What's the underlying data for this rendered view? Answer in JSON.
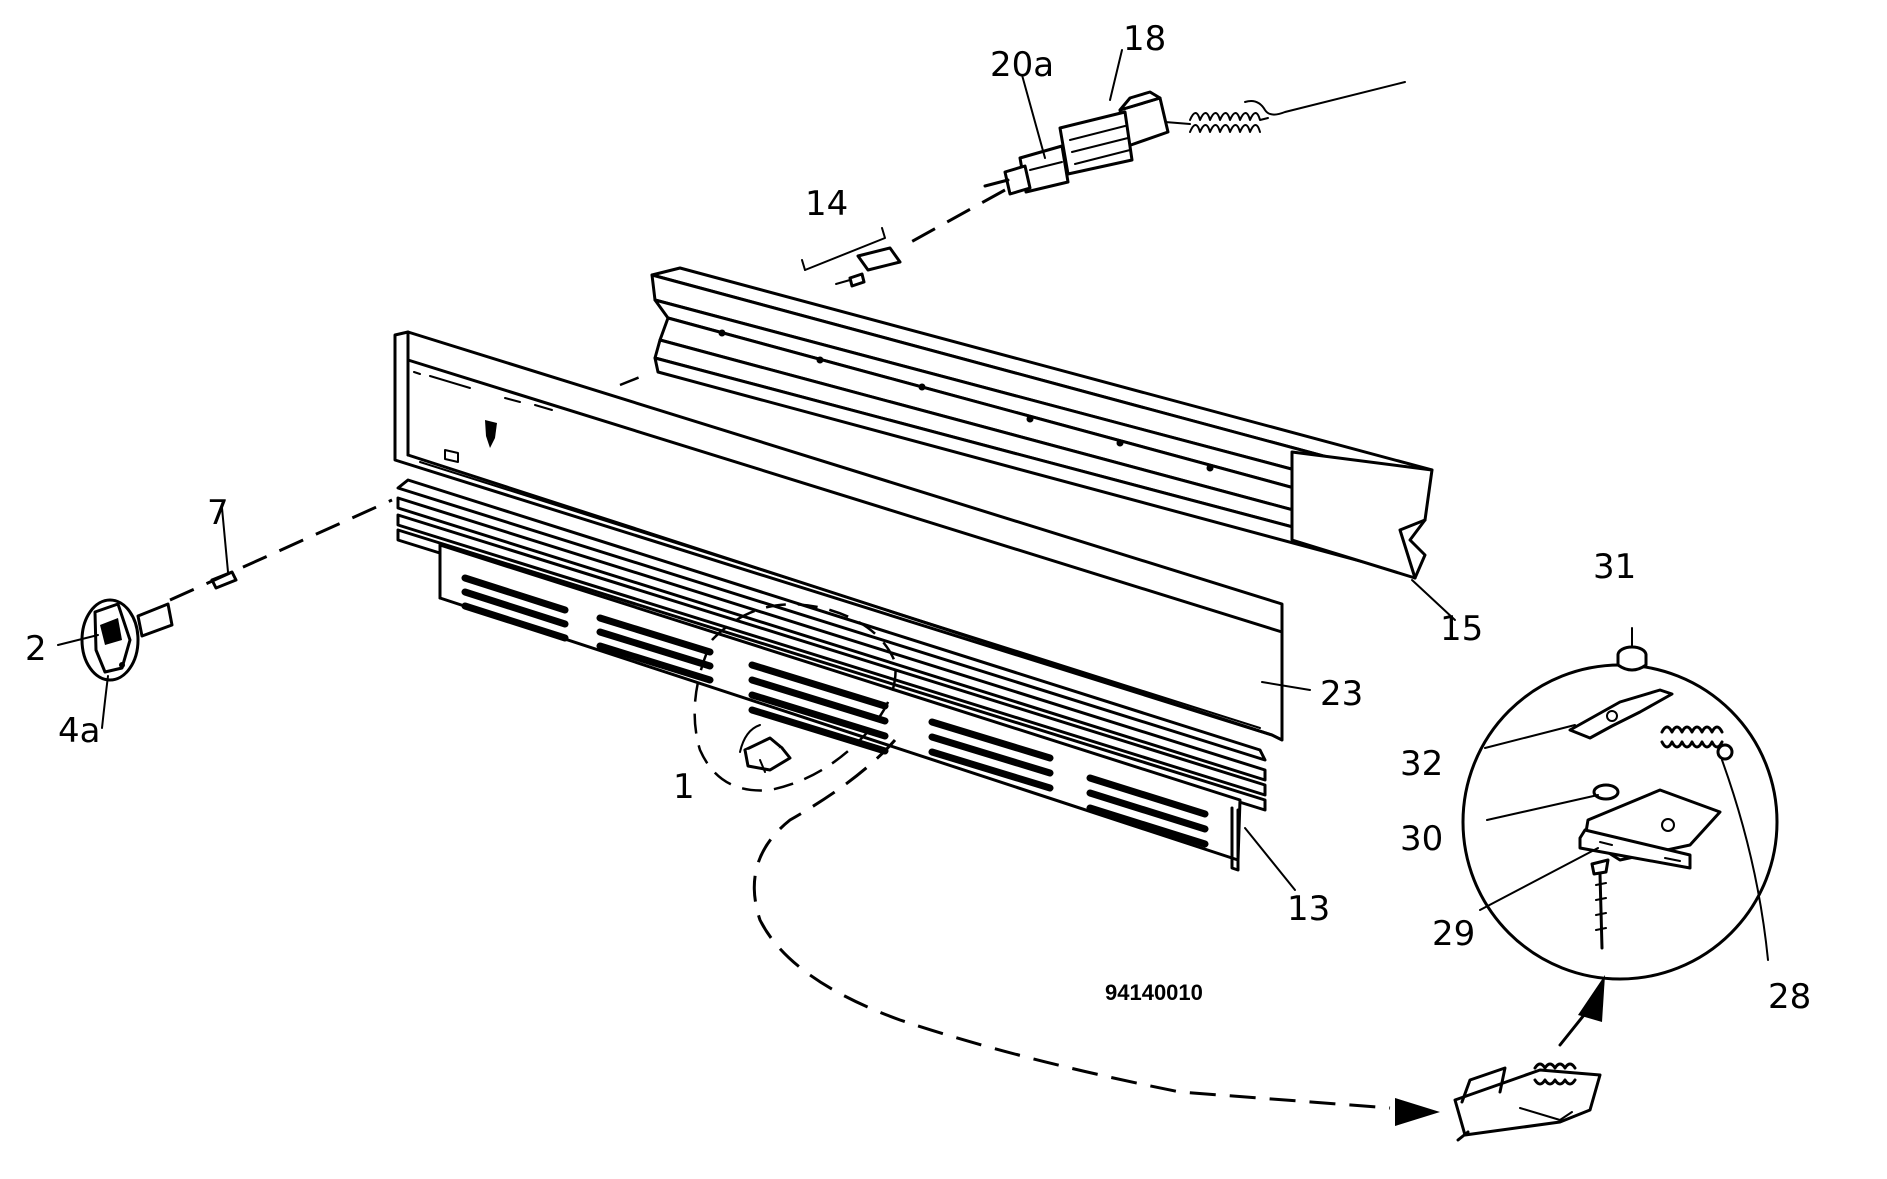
{
  "part_labels": {
    "p1": "1",
    "p2": "2",
    "p4a": "4a",
    "p7": "7",
    "p13": "13",
    "p14": "14",
    "p15": "15",
    "p18": "18",
    "p20a": "20a",
    "p23": "23",
    "p28": "28",
    "p29": "29",
    "p30": "30",
    "p31": "31",
    "p32": "32"
  },
  "drawing_number": "94140010",
  "icons": {
    "knob": "control-knob-icon",
    "switch": "rotary-switch-icon",
    "clip": "spring-clip-icon",
    "lamp": "indicator-lamp-icon"
  }
}
